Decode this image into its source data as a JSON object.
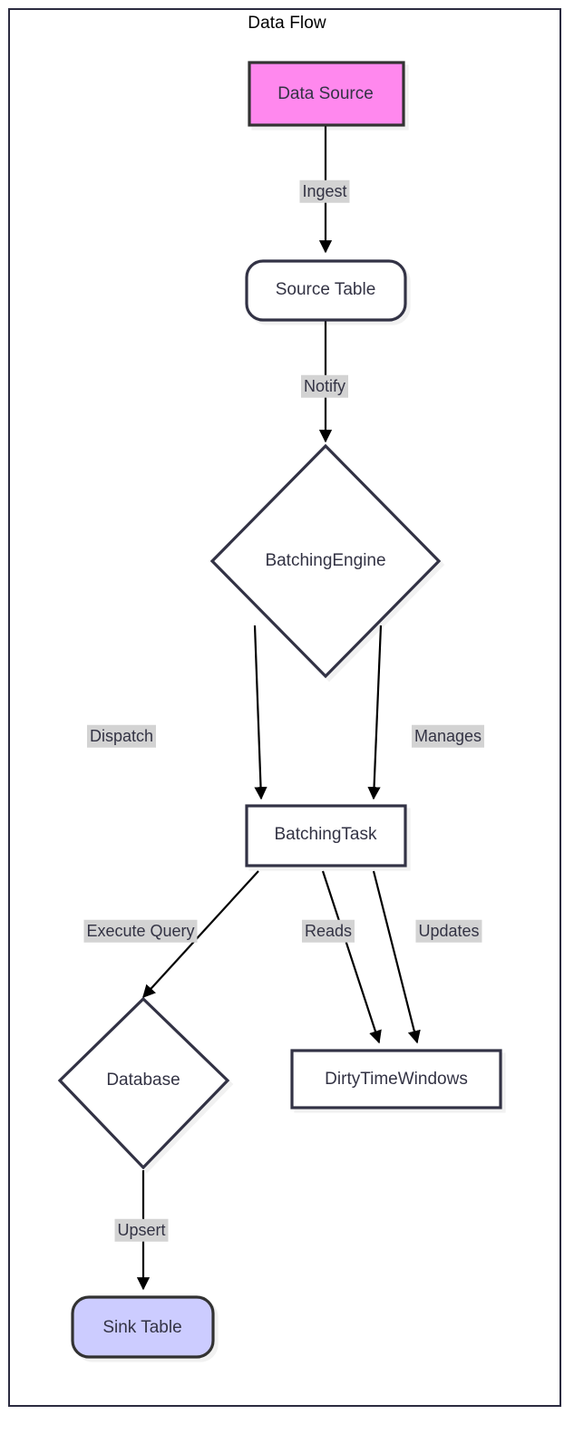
{
  "diagram": {
    "title": "Data Flow",
    "type": "flowchart",
    "direction": "top-down",
    "colors": {
      "frame_border": "#2b2b40",
      "node_stroke": "#333344",
      "node_fill_default": "#ffffff",
      "source_fill": "#ff88ee",
      "source_stroke": "#333333",
      "sink_fill": "#ccccff",
      "sink_stroke": "#333333",
      "edge_stroke": "#000000",
      "edge_label_bg": "#d3d3d3",
      "text": "#333344",
      "title_text": "#000000"
    },
    "nodes": [
      {
        "id": "data-source",
        "label": "Data Source",
        "shape": "rect",
        "fill": "source"
      },
      {
        "id": "source-table",
        "label": "Source Table",
        "shape": "stadium",
        "fill": "default"
      },
      {
        "id": "batching-engine",
        "label": "BatchingEngine",
        "shape": "diamond",
        "fill": "default"
      },
      {
        "id": "batching-task",
        "label": "BatchingTask",
        "shape": "rect",
        "fill": "default"
      },
      {
        "id": "database",
        "label": "Database",
        "shape": "diamond",
        "fill": "default"
      },
      {
        "id": "dirty-time-windows",
        "label": "DirtyTimeWindows",
        "shape": "rect",
        "fill": "default"
      },
      {
        "id": "sink-table",
        "label": "Sink Table",
        "shape": "stadium",
        "fill": "sink"
      }
    ],
    "edges": [
      {
        "from": "data-source",
        "to": "source-table",
        "label": "Ingest"
      },
      {
        "from": "source-table",
        "to": "batching-engine",
        "label": "Notify"
      },
      {
        "from": "batching-engine",
        "to": "batching-task",
        "label": "Dispatch"
      },
      {
        "from": "batching-engine",
        "to": "batching-task",
        "label": "Manages"
      },
      {
        "from": "batching-task",
        "to": "database",
        "label": "Execute Query"
      },
      {
        "from": "batching-task",
        "to": "dirty-time-windows",
        "label": "Reads"
      },
      {
        "from": "batching-task",
        "to": "dirty-time-windows",
        "label": "Updates"
      },
      {
        "from": "database",
        "to": "sink-table",
        "label": "Upsert"
      }
    ]
  }
}
